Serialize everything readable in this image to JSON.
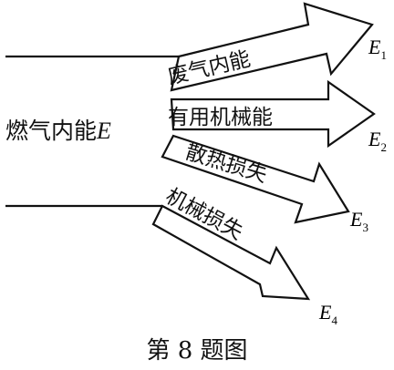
{
  "diagram": {
    "source_label": "燃气内能",
    "source_symbol": "E",
    "branches": [
      {
        "label": "废气内能",
        "symbol": "E",
        "sub": "1"
      },
      {
        "label": "有用机械能",
        "symbol": "E",
        "sub": "2"
      },
      {
        "label": "散热损失",
        "symbol": "E",
        "sub": "3"
      },
      {
        "label": "机械损失",
        "symbol": "E",
        "sub": "4"
      }
    ],
    "caption": "第 8 题图"
  }
}
